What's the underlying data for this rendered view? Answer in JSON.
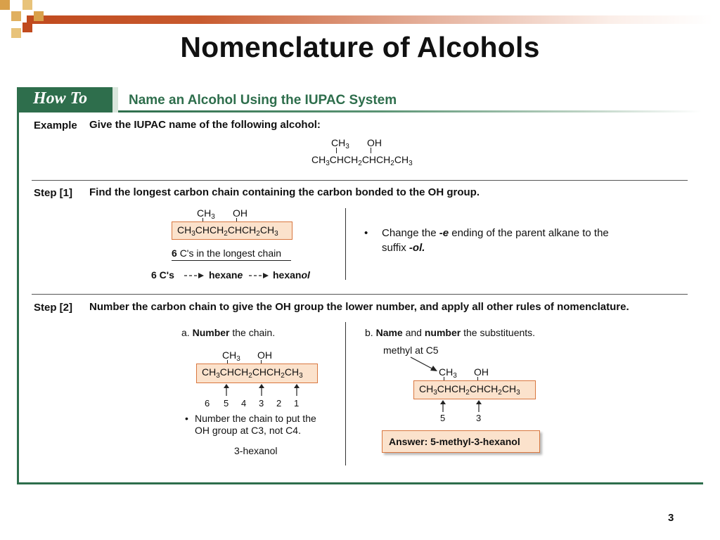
{
  "slide": {
    "title": "Nomenclature of Alcohols",
    "page_number": "3"
  },
  "header": {
    "tab": "How To",
    "title": "Name an Alcohol Using the IUPAC System"
  },
  "example": {
    "label": "Example",
    "text": "Give the IUPAC name of the following alcohol:"
  },
  "molecule": {
    "sub_left": "CH3",
    "sub_right": "OH",
    "formula": "CH3CHCH2CHCH2CH3"
  },
  "step1": {
    "label": "Step [1]",
    "text": "Find the longest carbon chain containing the carbon bonded to the OH group.",
    "chain_count": "6",
    "chain_note": "C's in the longest chain",
    "flow_start": "6 C's",
    "flow_mid_stem": "hexan",
    "flow_mid_suffix": "e",
    "flow_end_stem": "hexan",
    "flow_end_suffix": "ol",
    "bullet_a": "Change the ",
    "bullet_b": "-e",
    "bullet_c": " ending of the parent alkane to the",
    "bullet_d": "suffix ",
    "bullet_e": "-ol."
  },
  "step2": {
    "label": "Step [2]",
    "text": "Number the carbon chain to give the OH group the lower number, and apply all other rules of nomenclature.",
    "a_prefix": "a. ",
    "a_bold": "Number",
    "a_rest": " the chain.",
    "numbers": [
      "6",
      "5",
      "4",
      "3",
      "2",
      "1"
    ],
    "a_bullet_line1": "Number the chain to put the",
    "a_bullet_line2": "OH group at C3, not C4.",
    "a_name": "3-hexanol",
    "b_prefix": "b. ",
    "b_bold1": "Name",
    "b_mid": " and ",
    "b_bold2": "number",
    "b_rest": " the substituents.",
    "b_annotation": "methyl at C5",
    "b_numbers": [
      "5",
      "3"
    ],
    "answer": "Answer:  5-methyl-3-hexanol"
  },
  "colors": {
    "green": "#2e6e4c",
    "orange_box": "#fbe2cc",
    "orange_border": "#d9773f",
    "title_bar": "#c04a1e"
  }
}
